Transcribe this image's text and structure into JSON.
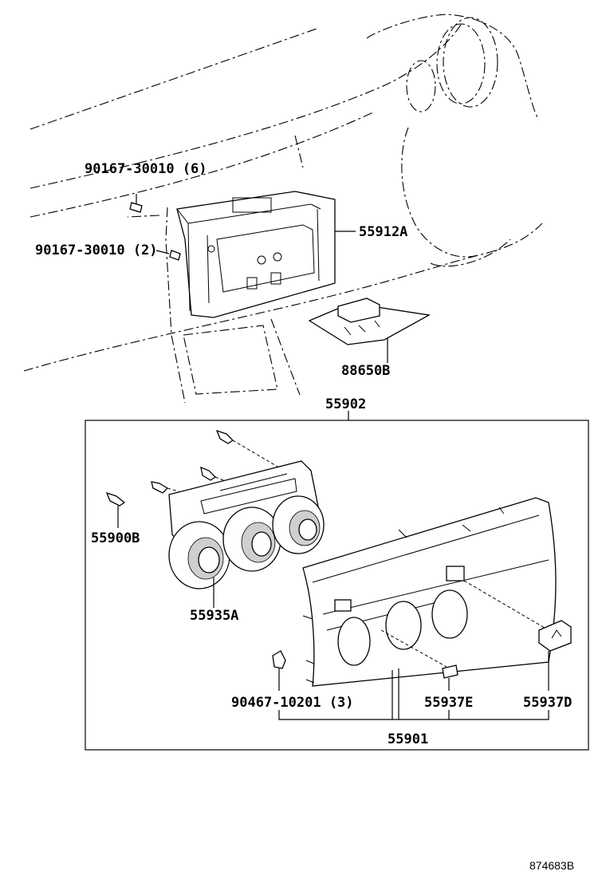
{
  "diagram_code": "874683B",
  "labels": {
    "screw_top": "90167-30010 (6)",
    "screw_mid": "90167-30010 (2)",
    "bracket": "55912A",
    "module": "88650B",
    "assembly": "55902",
    "bolt": "55900B",
    "control_knobs": "55935A",
    "clip": "90467-10201 (3)",
    "knob_cover": "55937E",
    "switch": "55937D",
    "panel": "55901"
  }
}
